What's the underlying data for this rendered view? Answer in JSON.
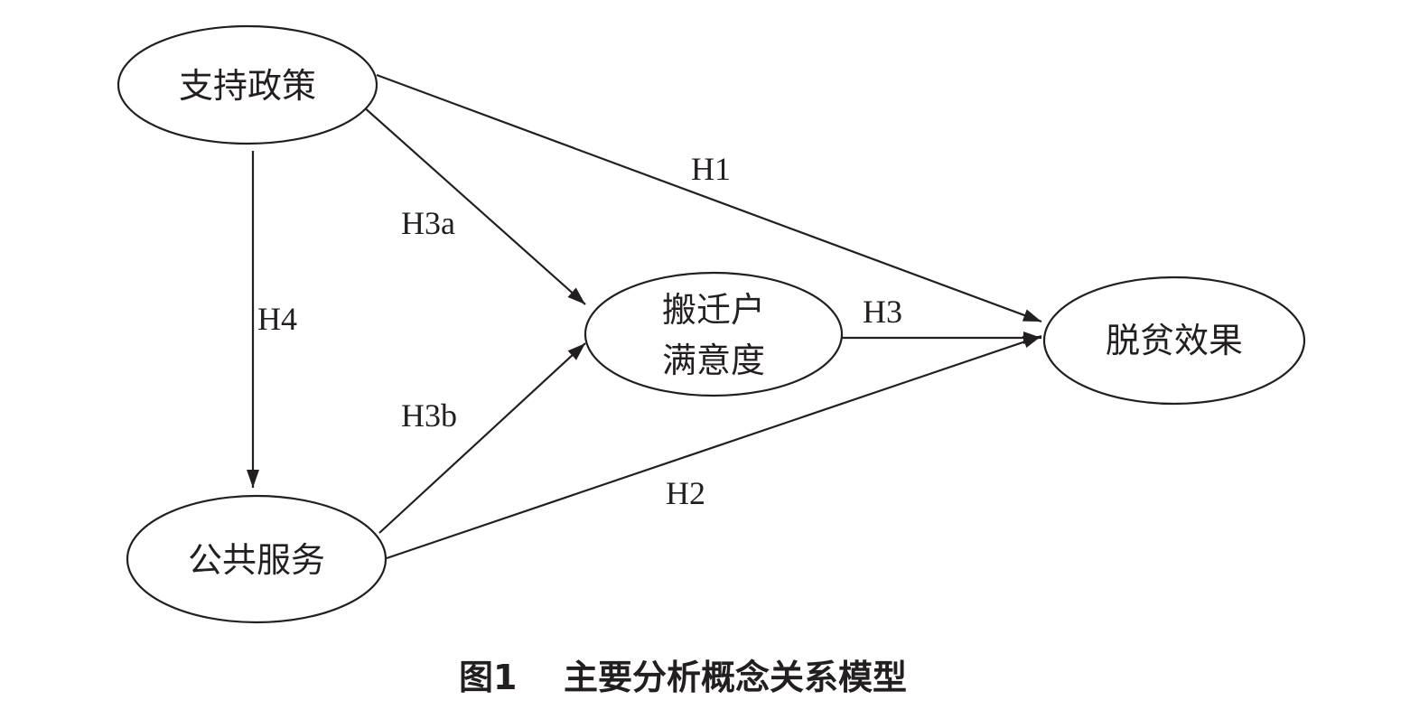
{
  "diagram": {
    "nodes": {
      "policy": {
        "lines": [
          "支持政策"
        ]
      },
      "service": {
        "lines": [
          "公共服务"
        ]
      },
      "satisfaction": {
        "lines": [
          "搬迁户",
          "满意度"
        ]
      },
      "outcome": {
        "lines": [
          "脱贫效果"
        ]
      }
    },
    "edges": {
      "h1": {
        "label": "H1",
        "from": "policy",
        "to": "outcome"
      },
      "h2": {
        "label": "H2",
        "from": "service",
        "to": "outcome"
      },
      "h3": {
        "label": "H3",
        "from": "satisfaction",
        "to": "outcome"
      },
      "h3a": {
        "label": "H3a",
        "from": "policy",
        "to": "satisfaction"
      },
      "h3b": {
        "label": "H3b",
        "from": "service",
        "to": "satisfaction"
      },
      "h4": {
        "label": "H4",
        "from": "policy",
        "to": "service"
      }
    }
  },
  "caption": {
    "number": "图1",
    "title": "主要分析概念关系模型"
  },
  "colors": {
    "ink": "#231f20",
    "background": "#ffffff"
  }
}
